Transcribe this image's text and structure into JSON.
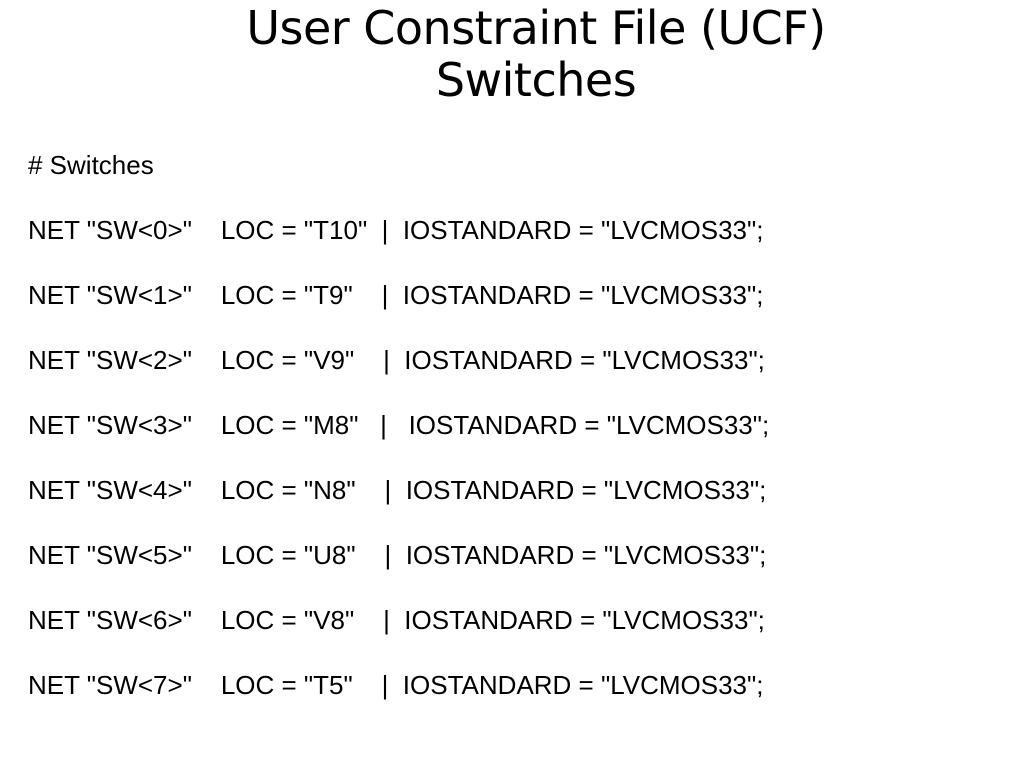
{
  "slide": {
    "title_line1": "User Constraint File (UCF)",
    "title_line2": "Switches"
  },
  "content": {
    "comment": "# Switches",
    "lines": [
      "NET \"SW<0>\"    LOC = \"T10\"  |  IOSTANDARD = \"LVCMOS33\";",
      "NET \"SW<1>\"    LOC = \"T9\"    |  IOSTANDARD = \"LVCMOS33\";",
      "NET \"SW<2>\"    LOC = \"V9\"    |  IOSTANDARD = \"LVCMOS33\";",
      "NET \"SW<3>\"    LOC = \"M8\"   |   IOSTANDARD = \"LVCMOS33\";",
      "NET \"SW<4>\"    LOC = \"N8\"    |  IOSTANDARD = \"LVCMOS33\";",
      "NET \"SW<5>\"    LOC = \"U8\"    |  IOSTANDARD = \"LVCMOS33\";",
      "NET \"SW<6>\"    LOC = \"V8\"    |  IOSTANDARD = \"LVCMOS33\";",
      "NET \"SW<7>\"    LOC = \"T5\"    |  IOSTANDARD = \"LVCMOS33\";"
    ]
  }
}
